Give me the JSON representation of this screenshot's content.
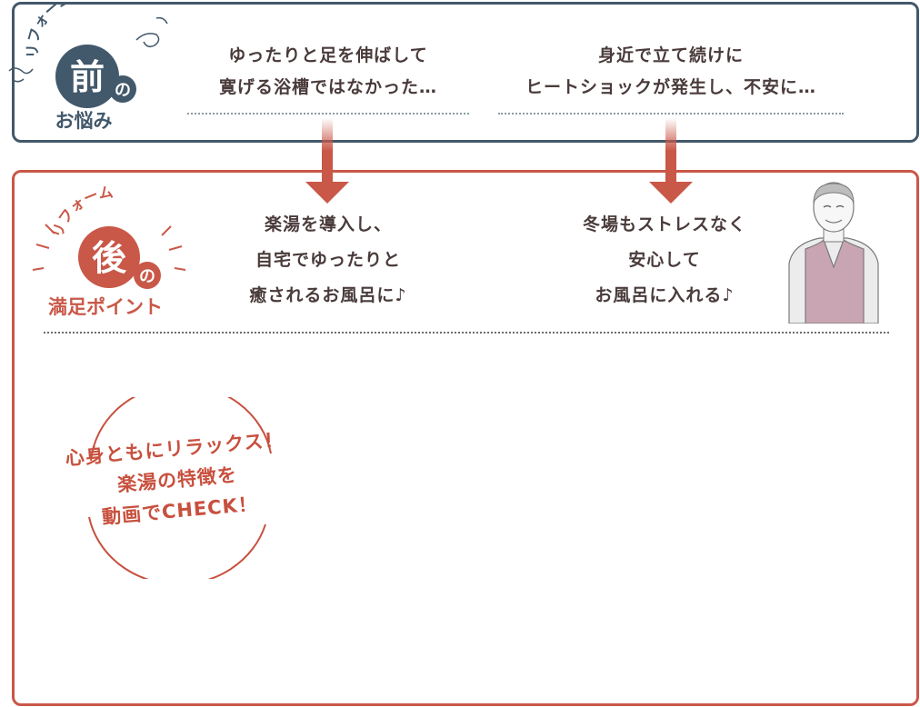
{
  "before": {
    "badge": {
      "arc": "リフォーム",
      "main": "前",
      "particle": "の",
      "sub": "お悩み"
    },
    "concerns": [
      {
        "line1": "ゆったりと足を伸ばして",
        "line2": "寛げる浴槽ではなかった…"
      },
      {
        "line1": "身近で立て続けに",
        "line2": "ヒートショックが発生し、不安に…"
      }
    ]
  },
  "after": {
    "badge": {
      "arc": "リフォーム",
      "main": "後",
      "particle": "の",
      "sub": "満足ポイント"
    },
    "points": [
      {
        "line1": "楽湯を導入し、",
        "line2": "自宅でゆったりと",
        "line3": "癒されるお風呂に♪"
      },
      {
        "line1": "冬場もストレスなく",
        "line2": "安心して",
        "line3": "お風呂に入れる♪"
      }
    ]
  },
  "relax": {
    "line1": "心身ともにリラックス！",
    "line2": "楽湯の特徴を",
    "line3": "動画でCHECK！"
  },
  "colors": {
    "navy": "#42586b",
    "red": "#c95848",
    "text": "#4a3b3b",
    "vest": "#c9a5b3"
  }
}
